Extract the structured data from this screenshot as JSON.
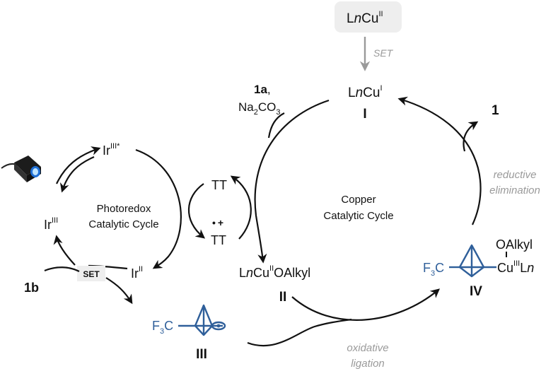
{
  "species": {
    "lncu2": {
      "L": "L",
      "n": "n",
      "Cu": "Cu",
      "ox": "II"
    },
    "lncu1": {
      "L": "L",
      "n": "n",
      "Cu": "Cu",
      "ox": "I",
      "roman": "I"
    },
    "lncu2_oalkyl": {
      "L": "L",
      "n": "n",
      "Cu": "Cu",
      "ox": "II",
      "tail": "OAlkyl",
      "roman": "II"
    },
    "radical_III": {
      "F3": "F",
      "sub3": "3",
      "C": "C",
      "roman": "III"
    },
    "complex_IV": {
      "F3": "F",
      "sub3": "3",
      "C": "C",
      "oalkyl": "OAlkyl",
      "cu": "Cu",
      "ox": "III",
      "ln_L": "L",
      "ln_n": "n",
      "roman": "IV"
    },
    "ir3_star": {
      "base": "Ir",
      "ox": "III*"
    },
    "ir3": {
      "base": "Ir",
      "ox": "III"
    },
    "ir2": {
      "base": "Ir",
      "ox": "II"
    },
    "tt": "TT",
    "tt_radical": {
      "dot": "•",
      "plus": "+",
      "text": "TT"
    }
  },
  "reagents": {
    "r1a_bold": "1a",
    "r1a_comma": ",",
    "na2co3": {
      "a": "Na",
      "s1": "2",
      "b": "CO",
      "s2": "3"
    },
    "product_1": "1",
    "r1b": "1b",
    "set_box": "SET"
  },
  "labels": {
    "set_top": "SET",
    "reductive_1": "reductive",
    "reductive_2": "elimination",
    "oxidative_1": "oxidative",
    "oxidative_2": "ligation",
    "photoredox_1": "Photoredox",
    "photoredox_2": "Catalytic Cycle",
    "copper_1": "Copper",
    "copper_2": "Catalytic Cycle"
  },
  "colors": {
    "blue": "#2f5f9a",
    "gray": "#9a9a9a",
    "black": "#111111",
    "box": "#eeeeee"
  }
}
